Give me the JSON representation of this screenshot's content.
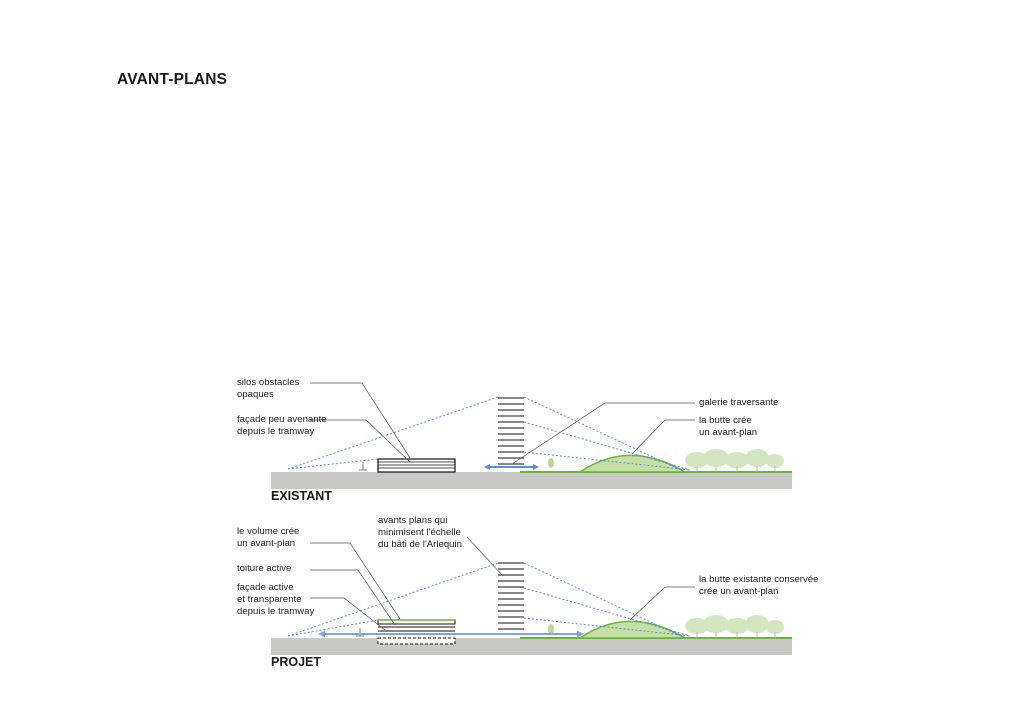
{
  "title": "AVANT-PLANS",
  "existing": {
    "label": "EXISTANT",
    "notes": {
      "silos": "silos obstacles\nopaques",
      "facade": "façade peu avenante\ndepuis le tramway",
      "galerie": "galerie traversante",
      "butte": "la butte crée\nun avant-plan"
    }
  },
  "project": {
    "label": "PROJET",
    "notes": {
      "volume": "le volume crée\nun avant-plan",
      "toiture": "toiture active",
      "facade": "façade active\net transparente\ndepuis le tramway",
      "avants": "avants plans qui\nminimisent l'échelle\ndu bâti de l'Arlequin",
      "butte": "la butte existante conservée\ncrée un avant-plan"
    }
  },
  "colors": {
    "ground": "#c8c8c6",
    "grass": "#6db33f",
    "hill": "#c6dfa4",
    "trees": "#d3e6c0",
    "sightline": "#5b8fd6",
    "leader": "#555555"
  }
}
